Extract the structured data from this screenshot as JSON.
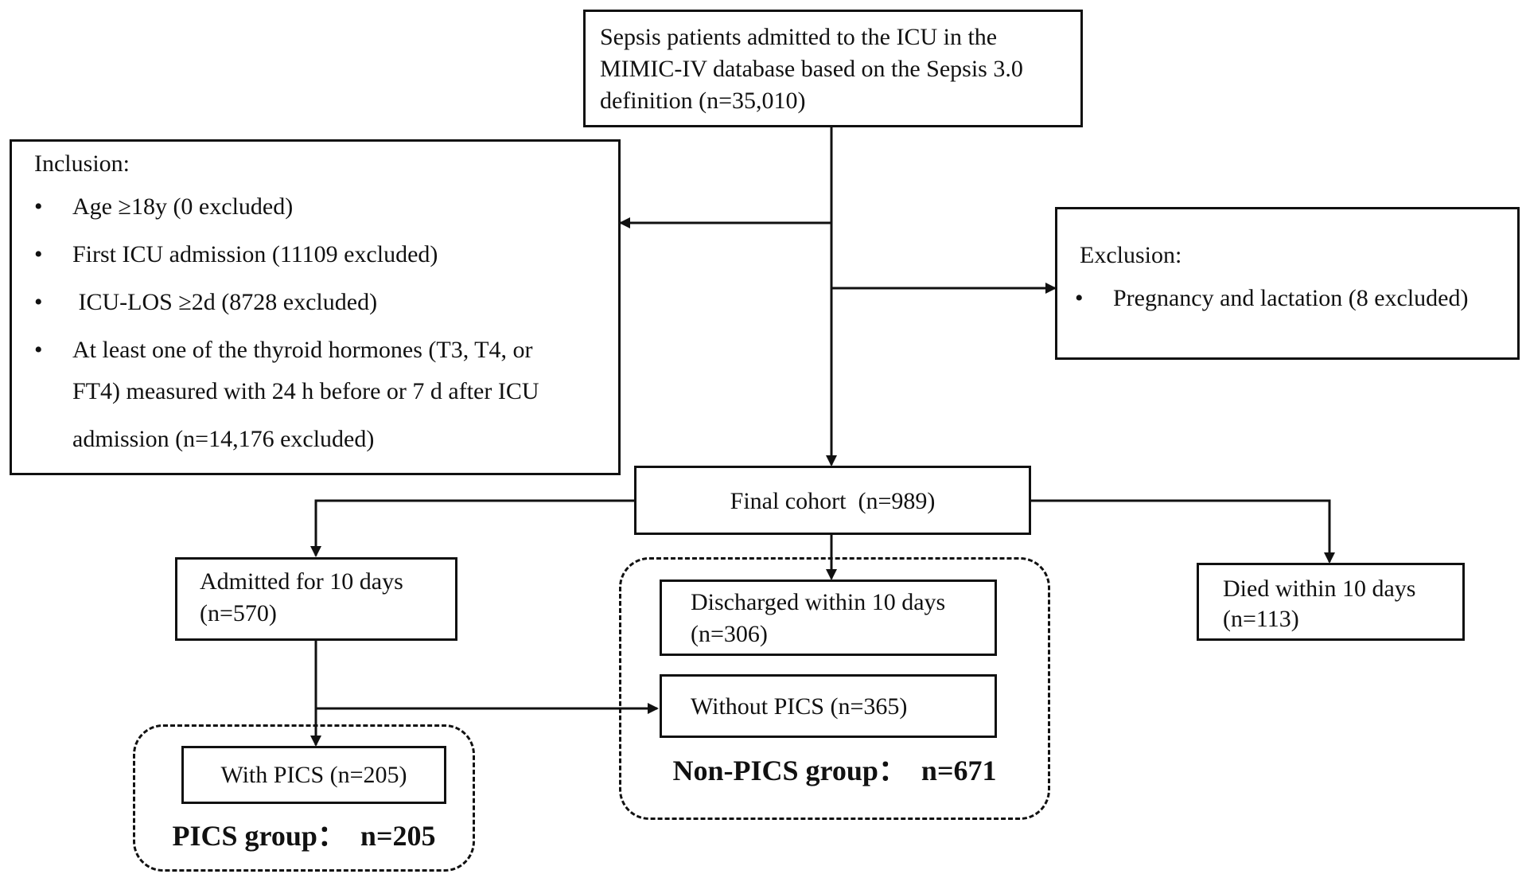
{
  "top": {
    "line1": "Sepsis patients admitted to the ICU in the",
    "line2": "MIMIC-IV database based on the Sepsis 3.0",
    "line3": "definition (n=35,010)"
  },
  "inclusion": {
    "title": "Inclusion:",
    "items": [
      "Age ≥18y (0 excluded)",
      "First ICU admission (11109 excluded)",
      " ICU-LOS ≥2d (8728 excluded)",
      "At least one of the thyroid hormones (T3, T4, or"
    ],
    "cont1": "FT4) measured with 24 h before or 7 d after ICU",
    "cont2": "admission (n=14,176 excluded)"
  },
  "exclusion": {
    "title": "Exclusion:",
    "items": [
      "Pregnancy and lactation (8 excluded)"
    ]
  },
  "final_cohort": "Final cohort  (n=989)",
  "admitted": {
    "line1": "Admitted for 10 days",
    "line2": "(n=570)"
  },
  "discharged": {
    "line1": "Discharged within 10 days",
    "line2": "(n=306)"
  },
  "died": {
    "line1": "Died within 10 days",
    "line2": "(n=113)"
  },
  "without_pics": "Without PICS (n=365)",
  "with_pics": "With PICS (n=205)",
  "non_pics_group": "Non-PICS group：  n=671",
  "pics_group": "PICS group：  n=205"
}
